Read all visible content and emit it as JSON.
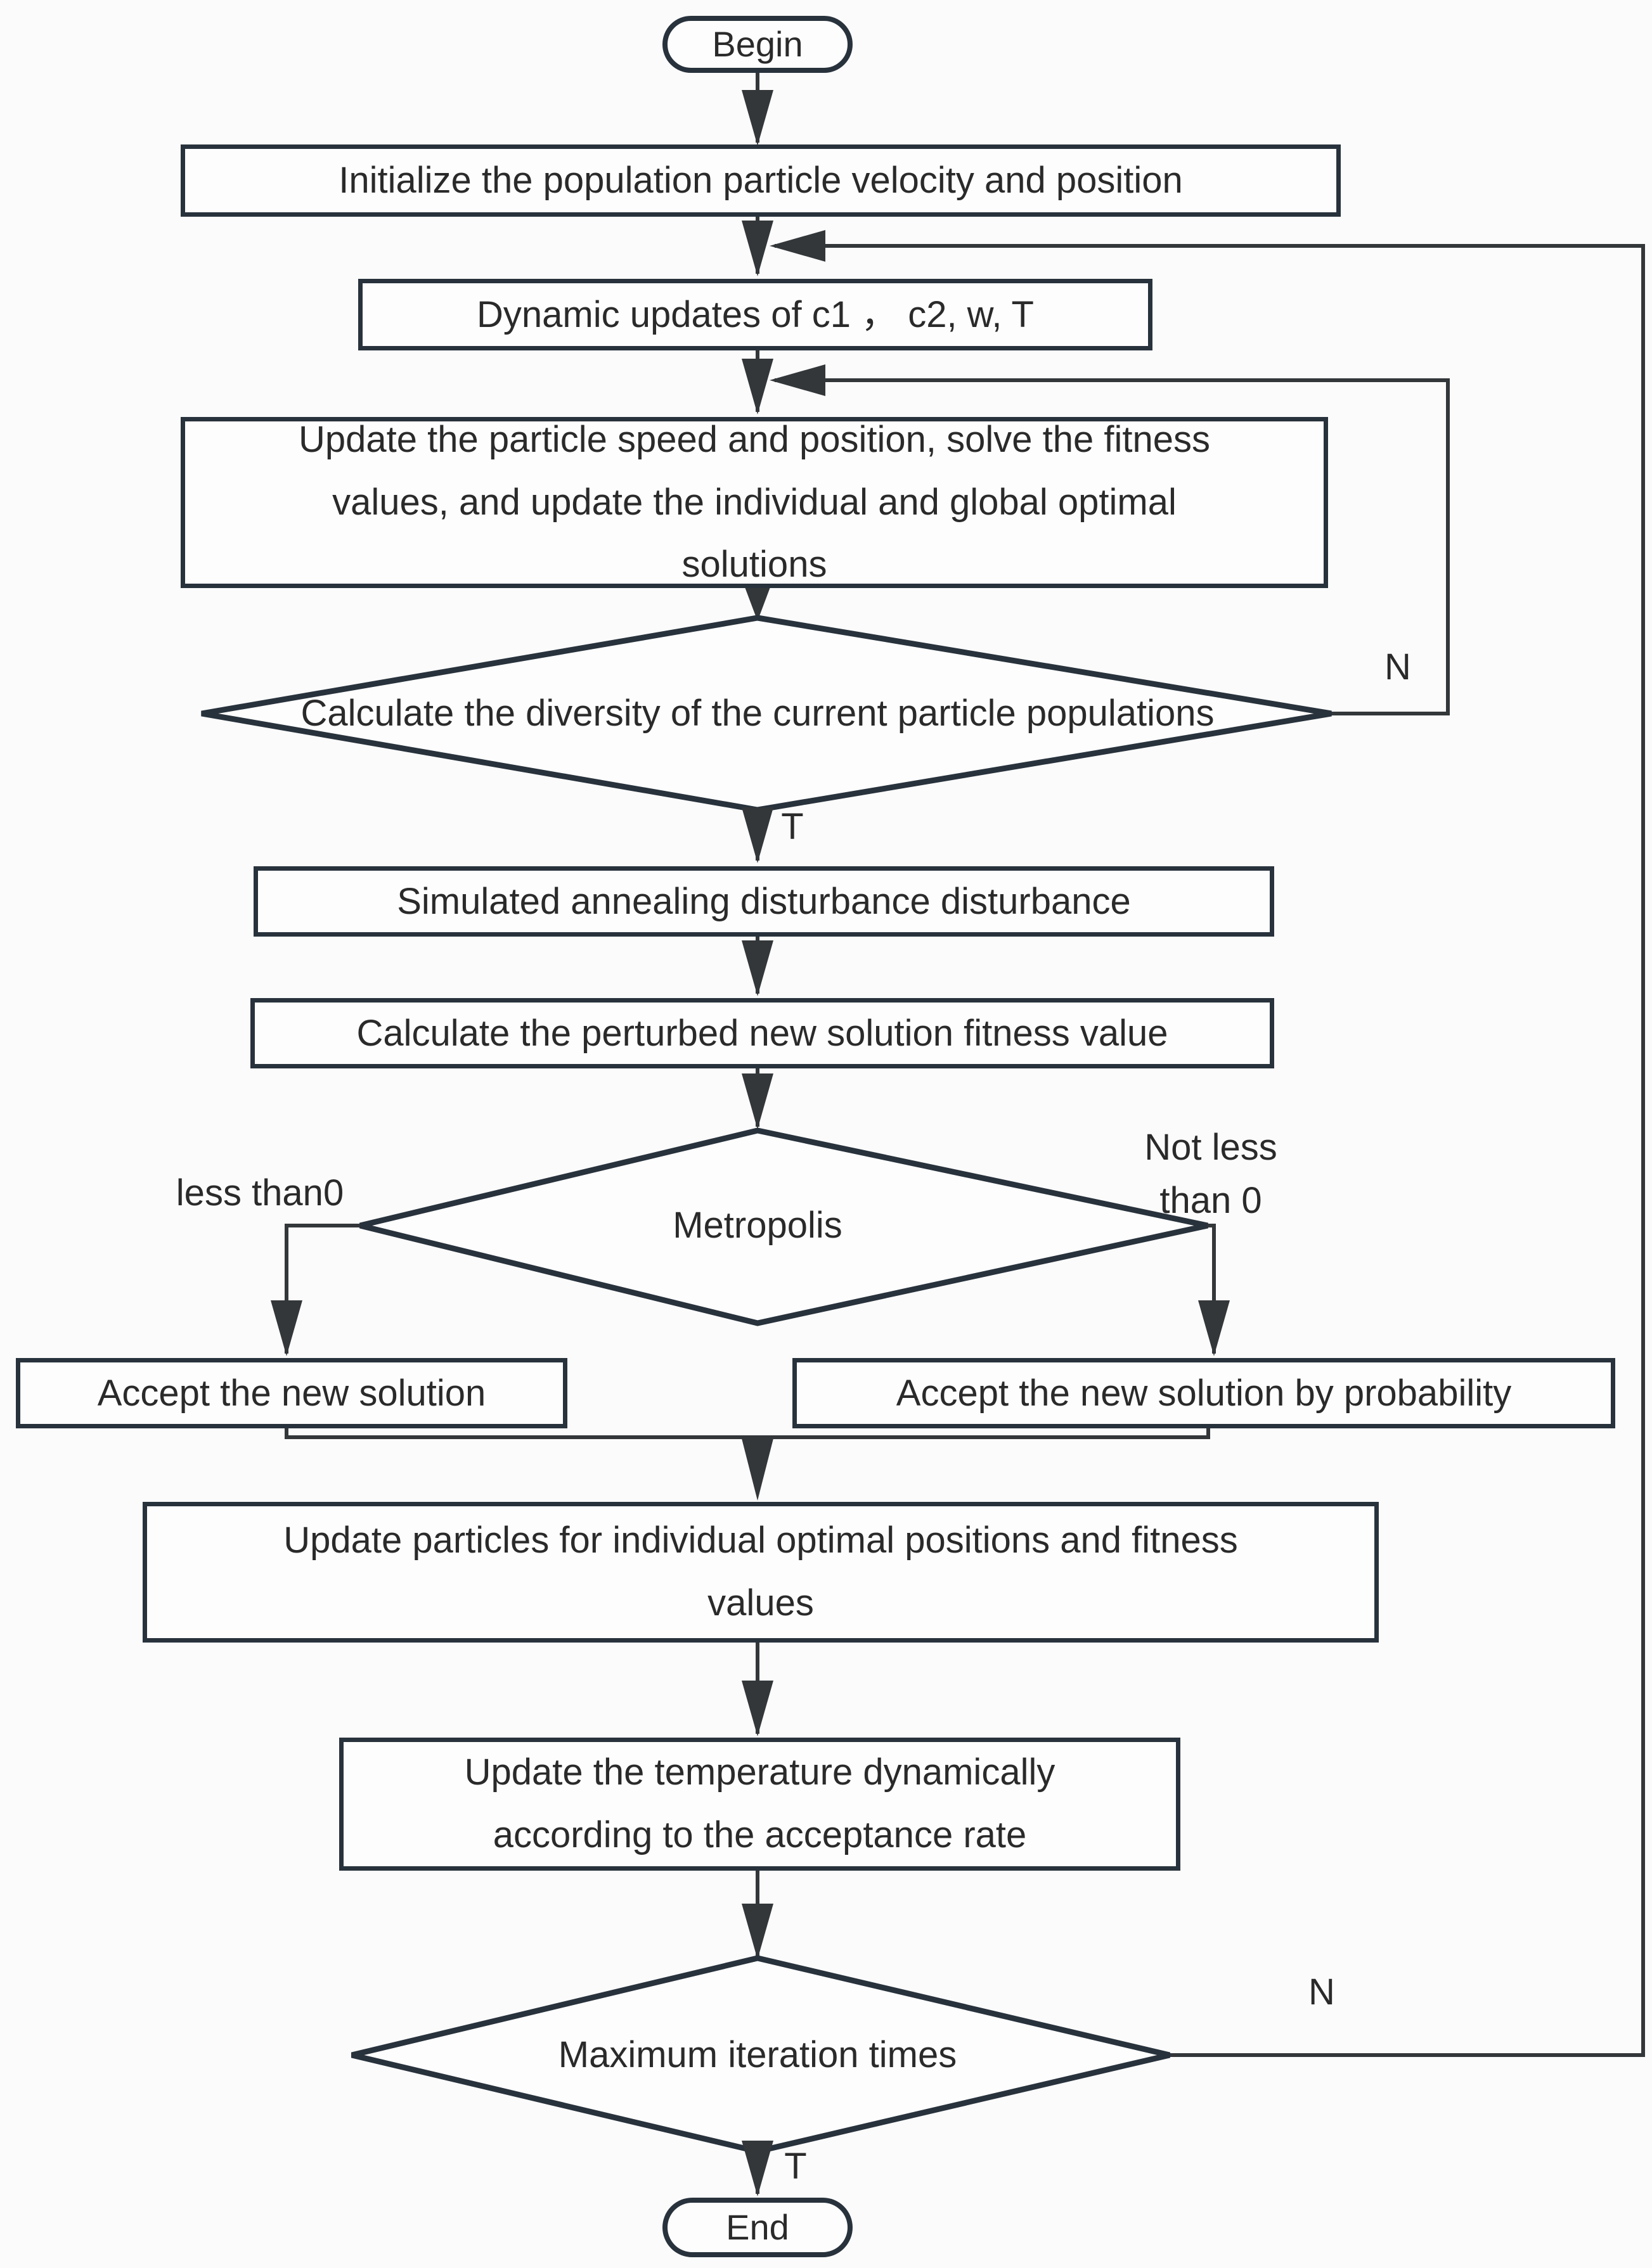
{
  "flowchart": {
    "nodes": {
      "begin": "Begin",
      "initialize": "Initialize the population particle velocity and position",
      "dynamic_updates": "Dynamic updates of c1 ， c2, w, T",
      "update_particle": [
        "Update the particle speed and position, solve the fitness",
        "values, and update the individual and global optimal",
        "solutions"
      ],
      "diversity_decision": "Calculate the diversity of the current particle populations",
      "simulated_annealing": "Simulated annealing disturbance disturbance",
      "perturbed_fitness": "Calculate the perturbed new solution fitness value",
      "metropolis_decision": "Metropolis",
      "accept_new_solution": "Accept the new solution",
      "accept_by_probability": "Accept the new solution by probability",
      "update_individual_optimal": [
        "Update particles for individual optimal positions and fitness",
        "values"
      ],
      "update_temperature": [
        "Update the temperature dynamically",
        "according to the acceptance rate"
      ],
      "max_iteration_decision": "Maximum iteration times",
      "end": "End"
    },
    "edge_labels": {
      "diversity_no": "N",
      "diversity_yes": "T",
      "metropolis_less": "less than0",
      "metropolis_not_less": [
        "Not less",
        "than 0"
      ],
      "max_iteration_no": "N",
      "max_iteration_yes": "T"
    },
    "colors": {
      "background": "#fbfbfb",
      "node_fill": "#fdfdfd",
      "node_border": "#28323c",
      "connector": "#33373a",
      "text": "#2a2a2a"
    }
  }
}
